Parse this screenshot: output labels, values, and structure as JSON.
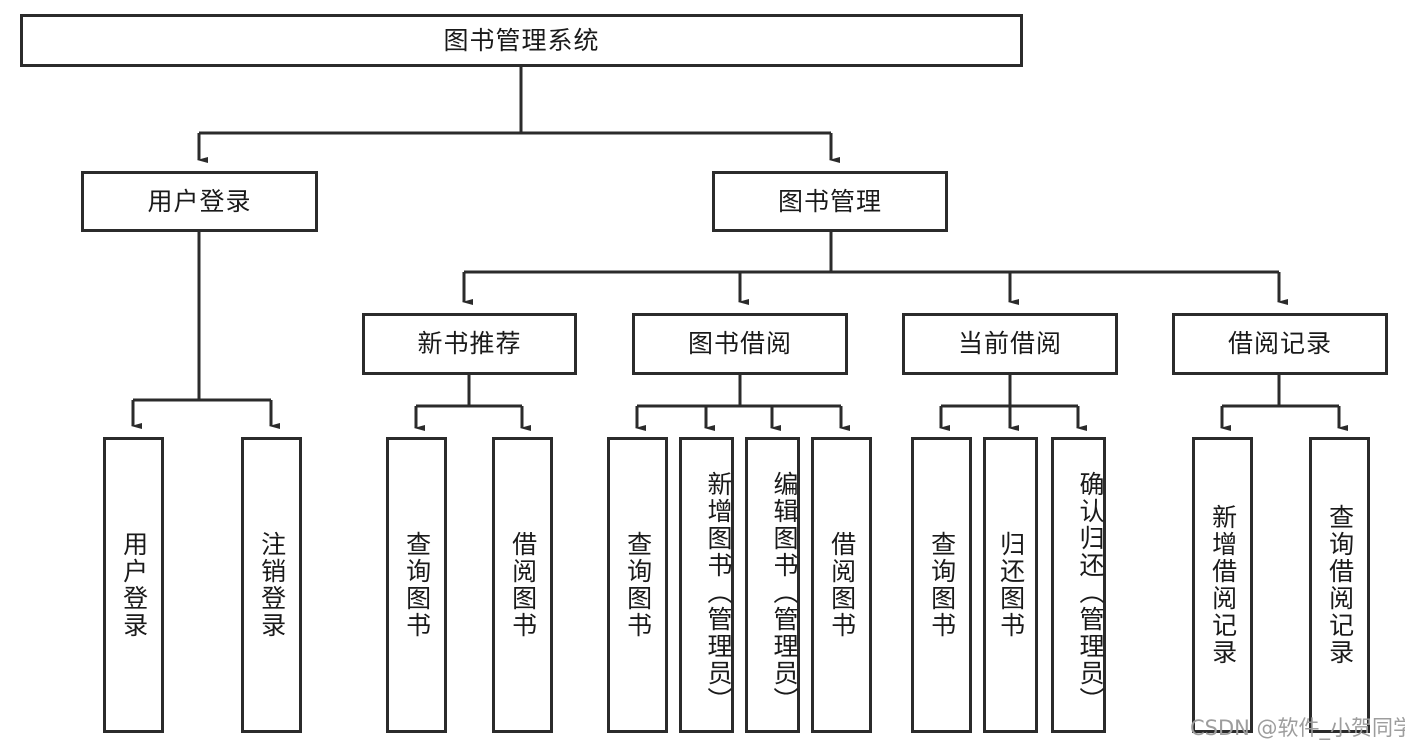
{
  "diagram": {
    "title": "图书管理系统",
    "type": "hierarchy-tree",
    "watermark": "CSDN @软件_小贺同学",
    "colors": {
      "border": "#2b2b2b",
      "background": "#ffffff",
      "text": "#1a1a1a",
      "edge": "#2b2b2b",
      "watermark": "#9d9d9d"
    },
    "levels": {
      "root": {
        "label": "图书管理系统"
      },
      "level2": [
        {
          "label": "用户登录"
        },
        {
          "label": "图书管理"
        }
      ],
      "level3": [
        {
          "label": "新书推荐"
        },
        {
          "label": "图书借阅"
        },
        {
          "label": "当前借阅"
        },
        {
          "label": "借阅记录"
        }
      ],
      "leaves": {
        "user_login": [
          {
            "label": "用户登录"
          },
          {
            "label": "注销登录"
          }
        ],
        "new_book_recommend": [
          {
            "label": "查询图书"
          },
          {
            "label": "借阅图书"
          }
        ],
        "book_borrow": [
          {
            "label": "查询图书"
          },
          {
            "label": "新增图书（管理员）"
          },
          {
            "label": "编辑图书（管理员）"
          },
          {
            "label": "借阅图书"
          }
        ],
        "current_borrow": [
          {
            "label": "查询图书"
          },
          {
            "label": "归还图书"
          },
          {
            "label": "确认归还（管理员）"
          }
        ],
        "borrow_record": [
          {
            "label": "新增借阅记录"
          },
          {
            "label": "查询借阅记录"
          }
        ]
      }
    }
  }
}
